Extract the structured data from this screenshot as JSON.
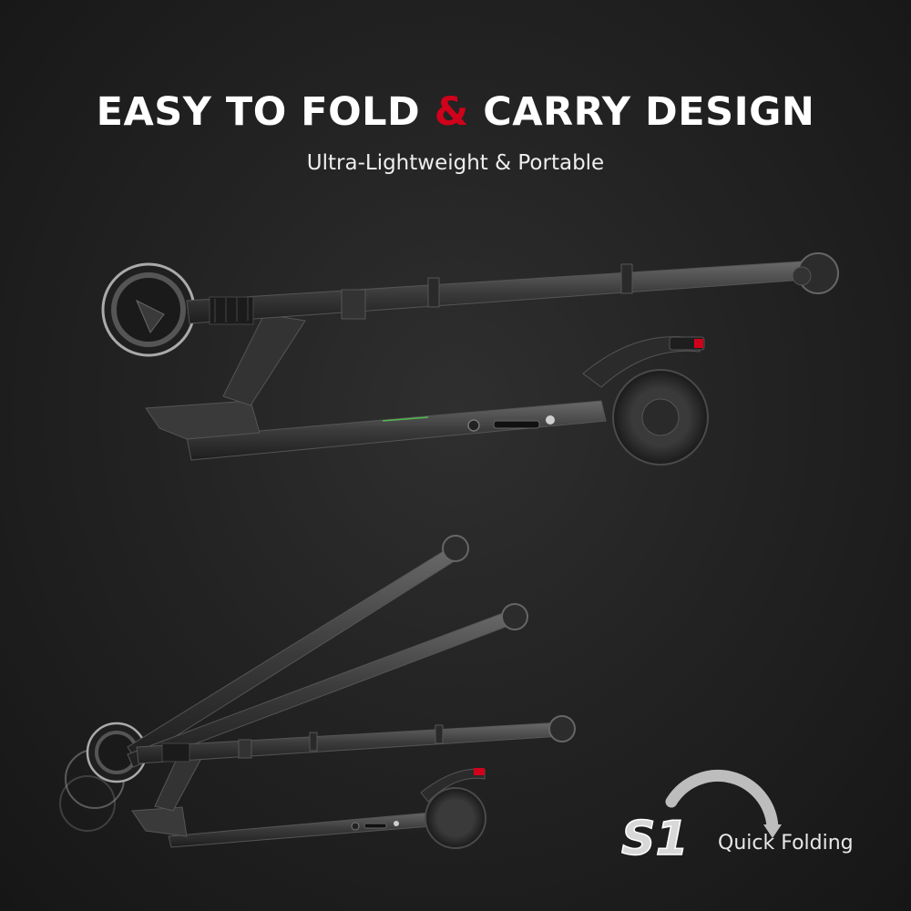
{
  "header": {
    "title_part1": "EASY TO FOLD",
    "title_amp": "&",
    "title_part2": "CARRY DESIGN",
    "subtitle": "Ultra-Lightweight & Portable"
  },
  "badge": {
    "model": "S1",
    "label": "Quick Folding"
  },
  "colors": {
    "accent": "#d0021b",
    "background": "#232323",
    "text": "#ffffff"
  }
}
